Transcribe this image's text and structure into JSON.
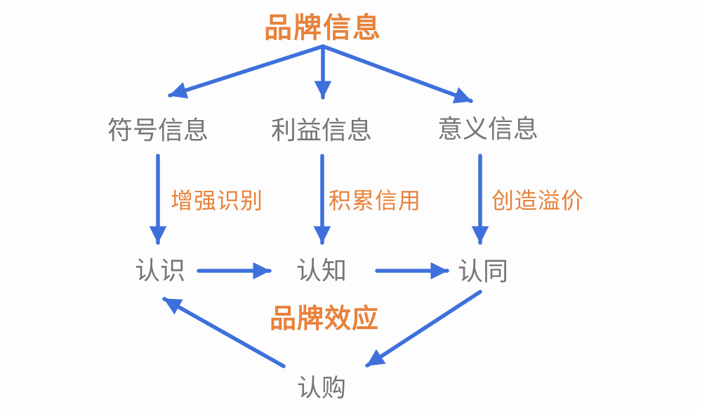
{
  "colors": {
    "orange": "#E8813B",
    "blue": "#3E70DC",
    "gray": "#757575",
    "background": "#FDFDFD"
  },
  "diagram": {
    "root": {
      "label": "品牌信息"
    },
    "branches": [
      {
        "info": "符号信息",
        "process": "增强识别",
        "outcome": "认识"
      },
      {
        "info": "利益信息",
        "process": "积累信用",
        "outcome": "认知"
      },
      {
        "info": "意义信息",
        "process": "创造溢价",
        "outcome": "认同"
      }
    ],
    "effect": {
      "label": "品牌效应"
    },
    "purchase": {
      "label": "认购"
    }
  }
}
